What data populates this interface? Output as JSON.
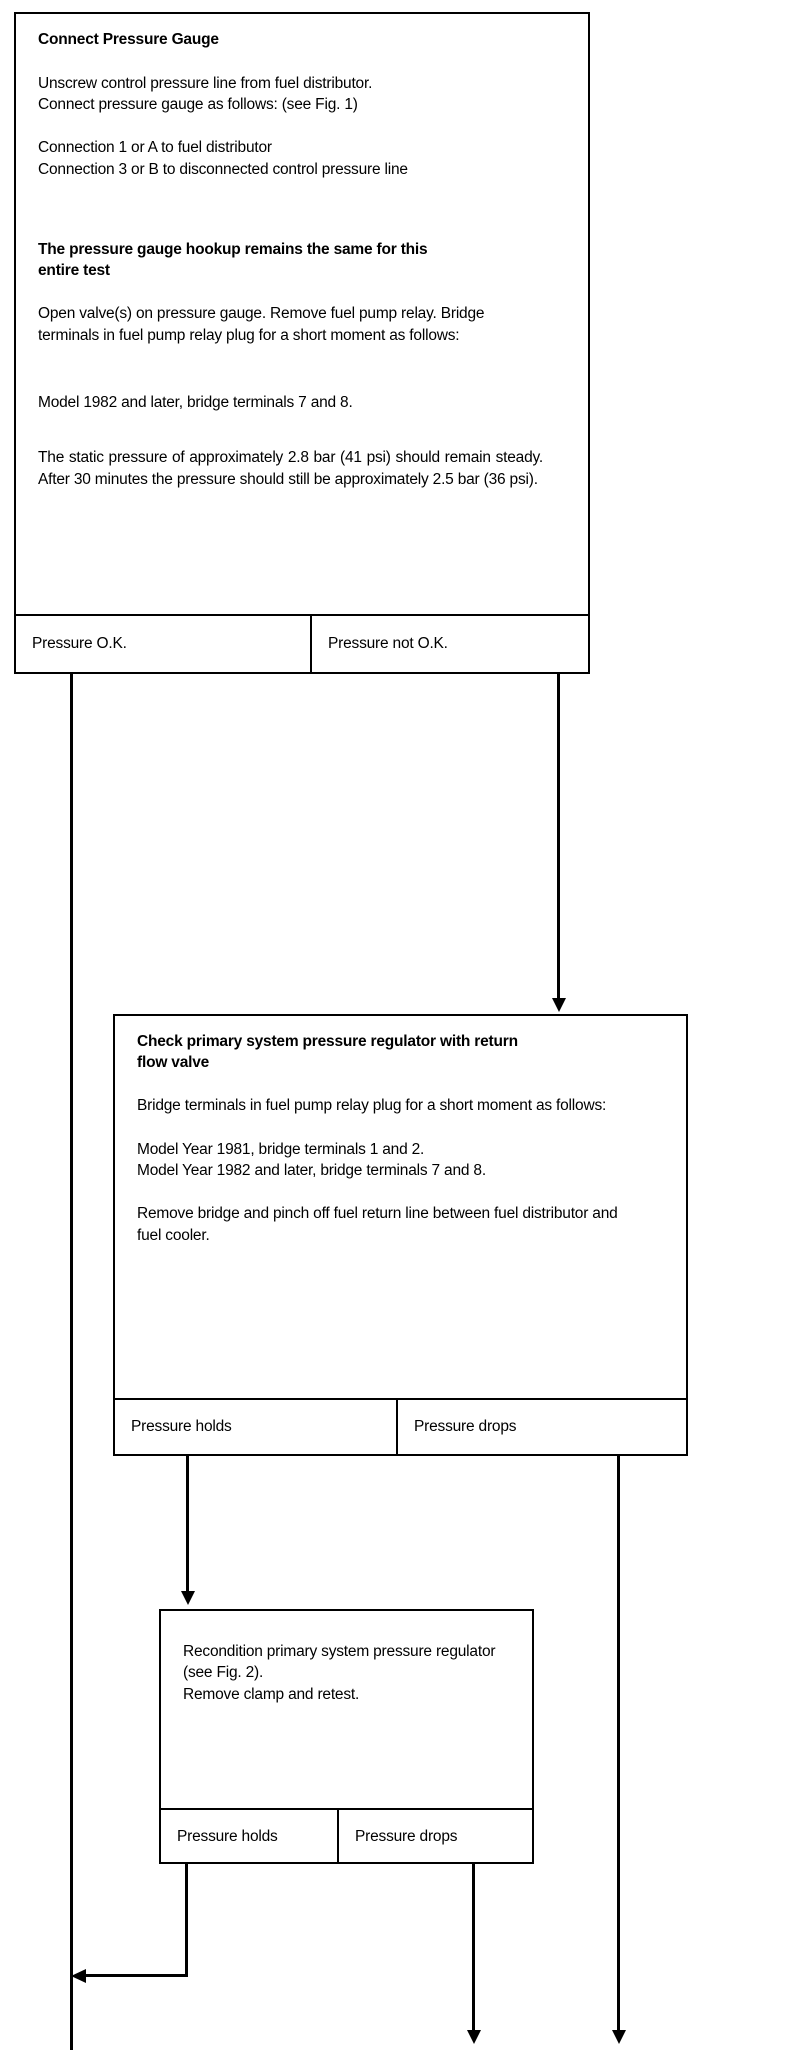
{
  "document": {
    "type": "troubleshooting-flowchart",
    "subject": "CIS fuel injection pressure test"
  },
  "boxes": {
    "connect_gauge": {
      "title": "Connect Pressure Gauge",
      "para1_line1": "Unscrew control pressure line from fuel distributor.",
      "para1_line2": "Connect pressure gauge as follows: (see Fig. 1)",
      "para2_line1": "Connection 1 or A to fuel distributor",
      "para2_line2": "Connection 3 or B to disconnected control pressure line",
      "bold_note_line1": "The pressure gauge hookup remains the same for this",
      "bold_note_line2": "entire test",
      "para3": "Open valve(s) on pressure gauge. Remove fuel pump relay. Bridge terminals in fuel pump relay plug for a short moment as follows:",
      "para4": "Model 1982 and later, bridge terminals 7 and 8.",
      "para5": "The static pressure of approximately 2.8 bar (41 psi) should remain steady. After 30 minutes the pressure should still be approximately 2.5 bar (36 psi).",
      "decision_left": "Pressure O.K.",
      "decision_right": "Pressure not O.K."
    },
    "check_regulator": {
      "title_line1": "Check primary system pressure regulator with return",
      "title_line2": "flow valve",
      "para1": "Bridge terminals in fuel pump relay plug for a short moment as follows:",
      "para2_line1": "Model Year 1981, bridge terminals 1 and 2.",
      "para2_line2": "Model Year 1982 and later, bridge terminals 7 and 8.",
      "para3": "Remove bridge and pinch off fuel return line between fuel distributor and fuel cooler.",
      "decision_left": "Pressure holds",
      "decision_right": "Pressure drops"
    },
    "recondition_regulator": {
      "para1_line1": "Recondition primary system pressure regulator",
      "para1_line2": "(see Fig. 2).",
      "para2": "Remove clamp and retest.",
      "decision_left": "Pressure holds",
      "decision_right": "Pressure drops"
    }
  },
  "colors": {
    "ink": "#000000",
    "paper": "#ffffff"
  }
}
